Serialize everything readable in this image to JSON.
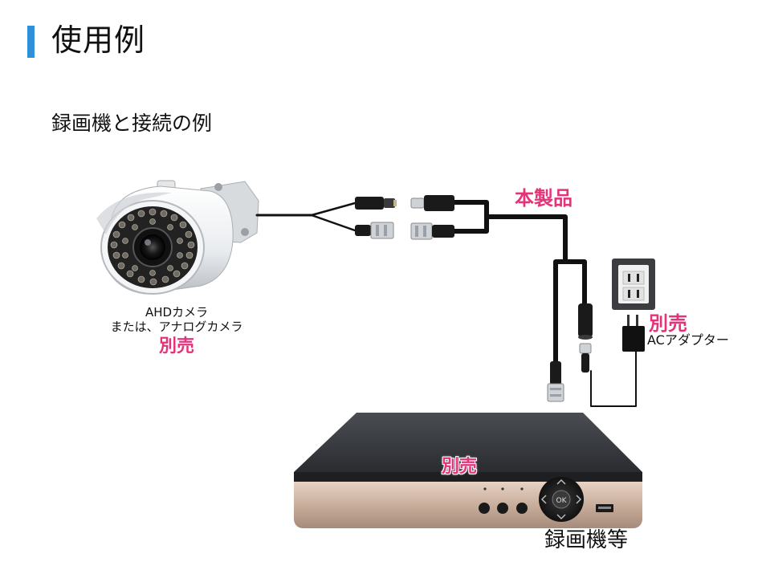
{
  "header": {
    "title": "使用例",
    "accent_color": "#2f8fd8"
  },
  "section": {
    "subtitle": "録画機と接続の例"
  },
  "camera": {
    "label_line1": "AHDカメラ",
    "label_line2": "または、アナログカメラ",
    "sold_separately": "別売"
  },
  "product": {
    "label": "本製品"
  },
  "adapter": {
    "sold_separately": "別売",
    "label": "ACアダプター"
  },
  "dvr": {
    "sold_separately": "別売",
    "label": "録画機等",
    "button_ok": "OK"
  },
  "colors": {
    "sold_text": "#e5337a",
    "cable": "#111111"
  }
}
